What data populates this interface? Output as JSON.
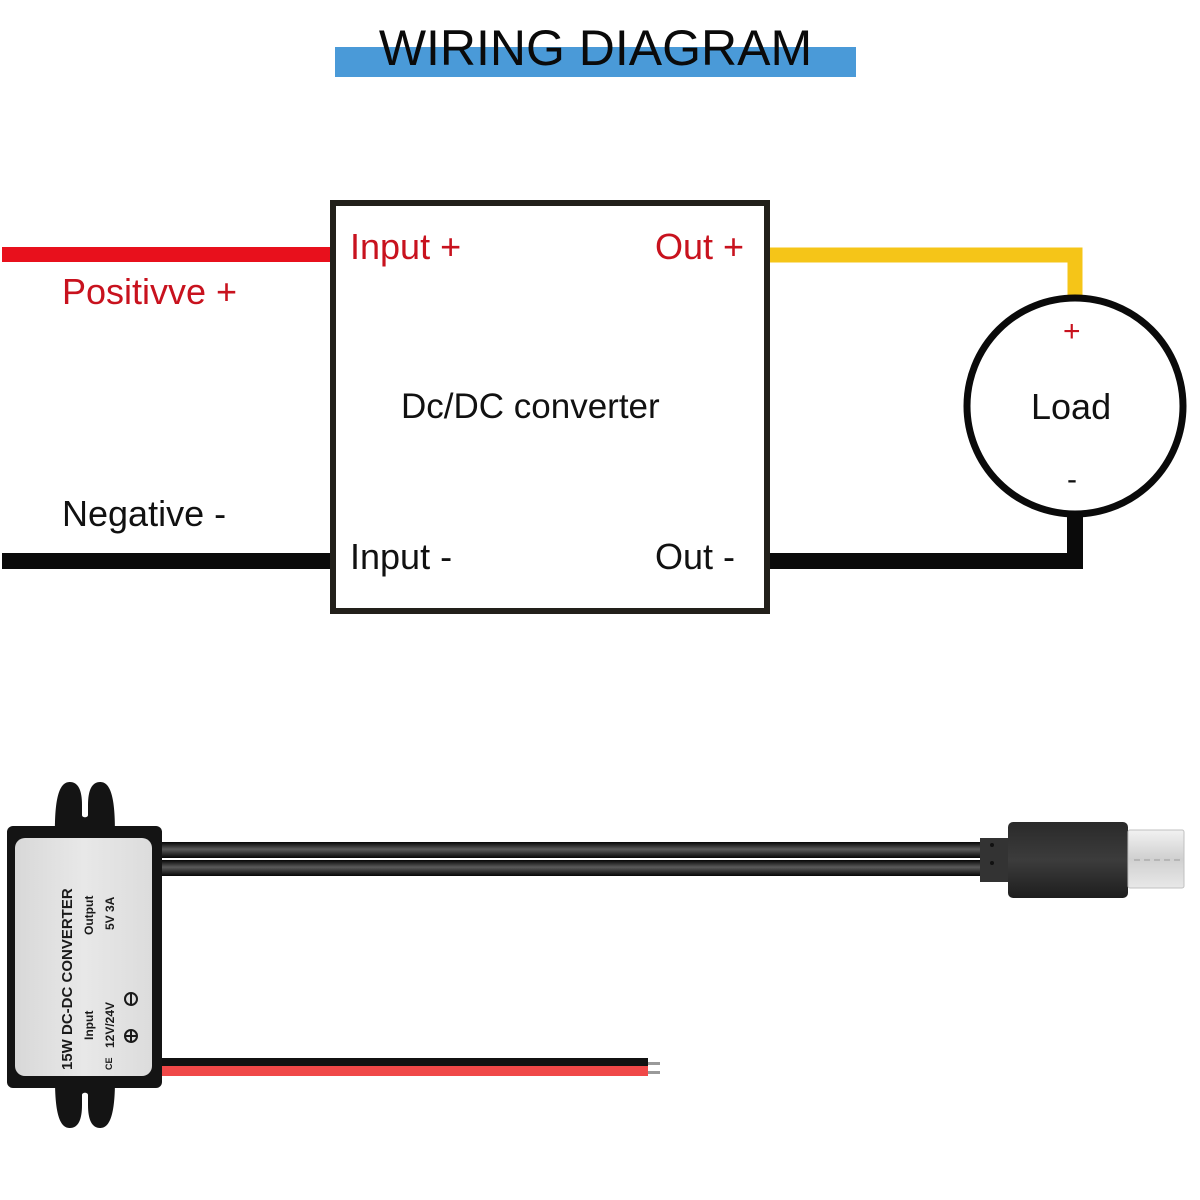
{
  "title": "WIRING DIAGRAM",
  "colors": {
    "title_bar": "#4a9ad8",
    "positive_wire": "#e8101c",
    "output_positive_wire": "#f5c518",
    "negative_wire": "#0a0a0a",
    "label_red": "#c8121e"
  },
  "schematic": {
    "positive_label": "Positivve +",
    "negative_label": "Negative -",
    "converter": {
      "name": "Dc/DC converter",
      "input_plus": "Input +",
      "input_minus": "Input -",
      "out_plus": "Out +",
      "out_minus": "Out -"
    },
    "load": {
      "name": "Load",
      "plus": "+",
      "minus": "-"
    }
  },
  "product": {
    "model": "15W DC-DC CONVERTER",
    "input_label": "Input",
    "input_voltage": "12V/24V",
    "output_label": "Output",
    "output_rating": "5V 3A",
    "ce_mark": "CE",
    "plus_symbol": "⊕",
    "minus_symbol": "⊖",
    "connector": "USB Type-C"
  }
}
